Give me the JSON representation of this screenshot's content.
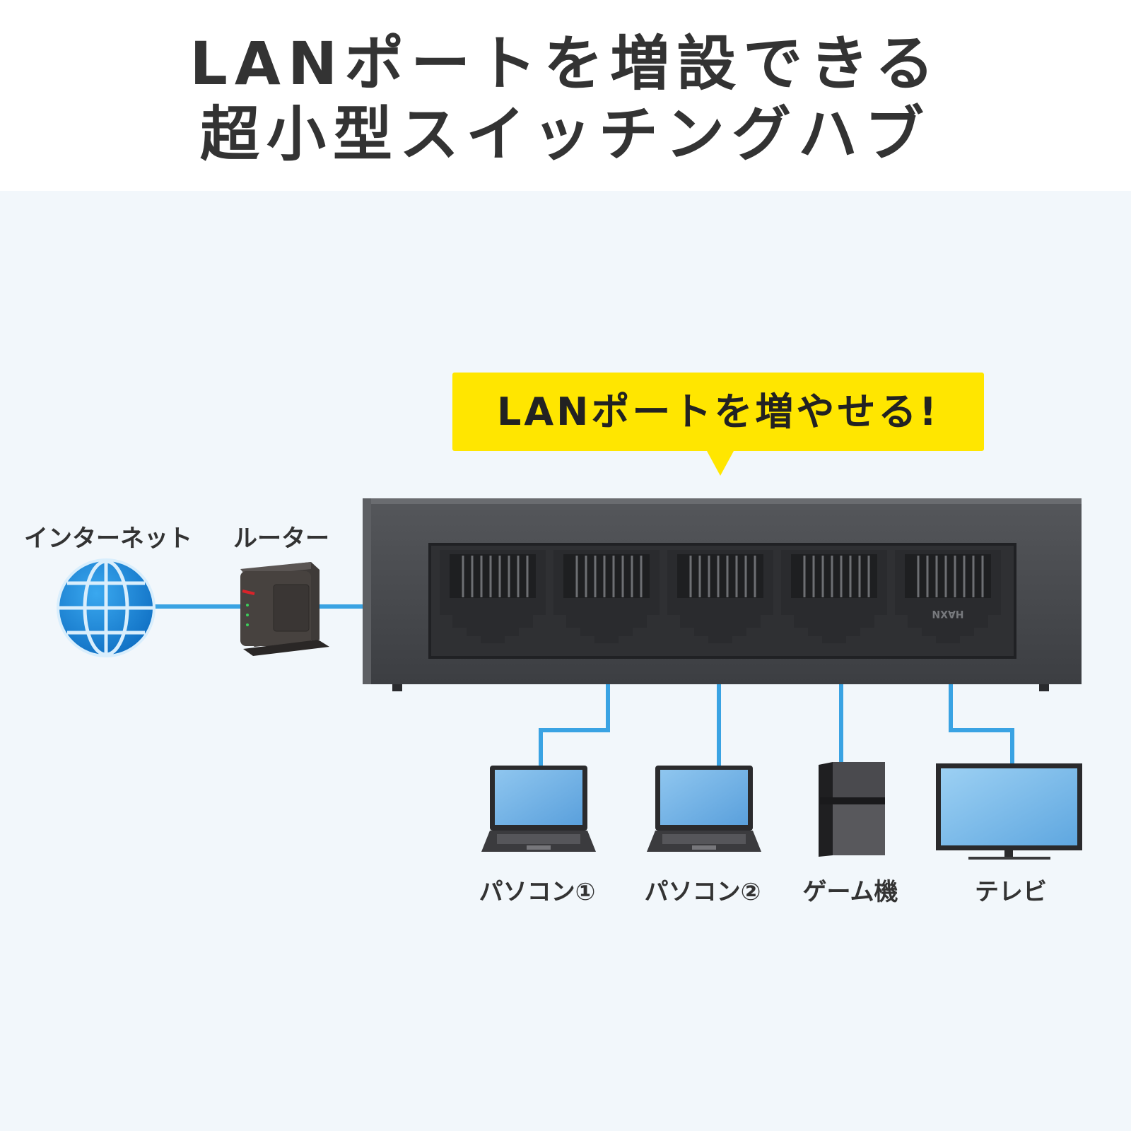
{
  "title": {
    "line1": "LANポートを増設できる",
    "line2": "超小型スイッチングハブ"
  },
  "callout": "LANポートを増やせる!",
  "labels": {
    "internet": "インターネット",
    "router": "ルーター",
    "pc1": "パソコン①",
    "pc2": "パソコン②",
    "game": "ゲーム機",
    "tv": "テレビ"
  },
  "port_text": "HAXN",
  "colors": {
    "cable": "#3aa3e3",
    "callout": "#ffe600",
    "background": "#f2f7fb",
    "globe": "#1e88d8",
    "switch_body": "#4a4c50",
    "router_led": "#d9232a"
  },
  "icons": [
    "globe-icon",
    "router-icon",
    "switch-hub-icon",
    "laptop-icon",
    "laptop-icon",
    "game-console-icon",
    "tv-icon"
  ]
}
